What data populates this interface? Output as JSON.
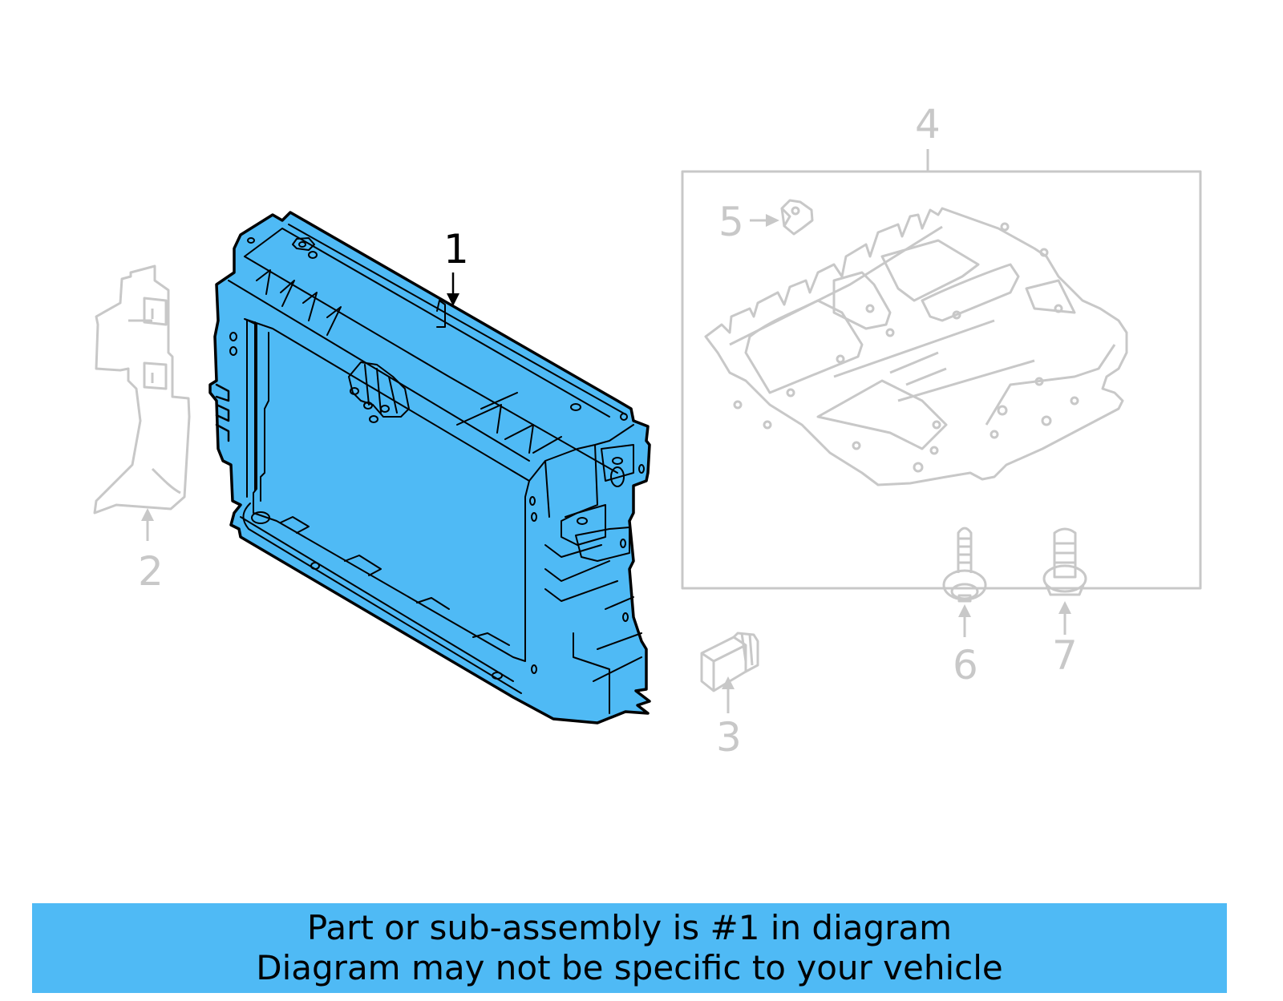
{
  "diagram": {
    "colors": {
      "highlight_fill": "#4fbaf5",
      "highlight_stroke": "#000000",
      "inactive_stroke": "#c8c8c8",
      "background": "#ffffff"
    },
    "callouts": [
      {
        "number": "1",
        "part": "radiator-support",
        "state": "highlighted"
      },
      {
        "number": "2",
        "part": "air-guide",
        "state": "inactive"
      },
      {
        "number": "3",
        "part": "clip",
        "state": "inactive"
      },
      {
        "number": "4",
        "part": "engine-splash-shield",
        "state": "inactive"
      },
      {
        "number": "5",
        "part": "nut",
        "state": "inactive"
      },
      {
        "number": "6",
        "part": "screw",
        "state": "inactive"
      },
      {
        "number": "7",
        "part": "bolt",
        "state": "inactive"
      }
    ]
  },
  "banner": {
    "line1": "Part or sub-assembly is #1 in diagram",
    "line2": "Diagram may not be specific to your vehicle",
    "background": "#4fbaf5"
  }
}
